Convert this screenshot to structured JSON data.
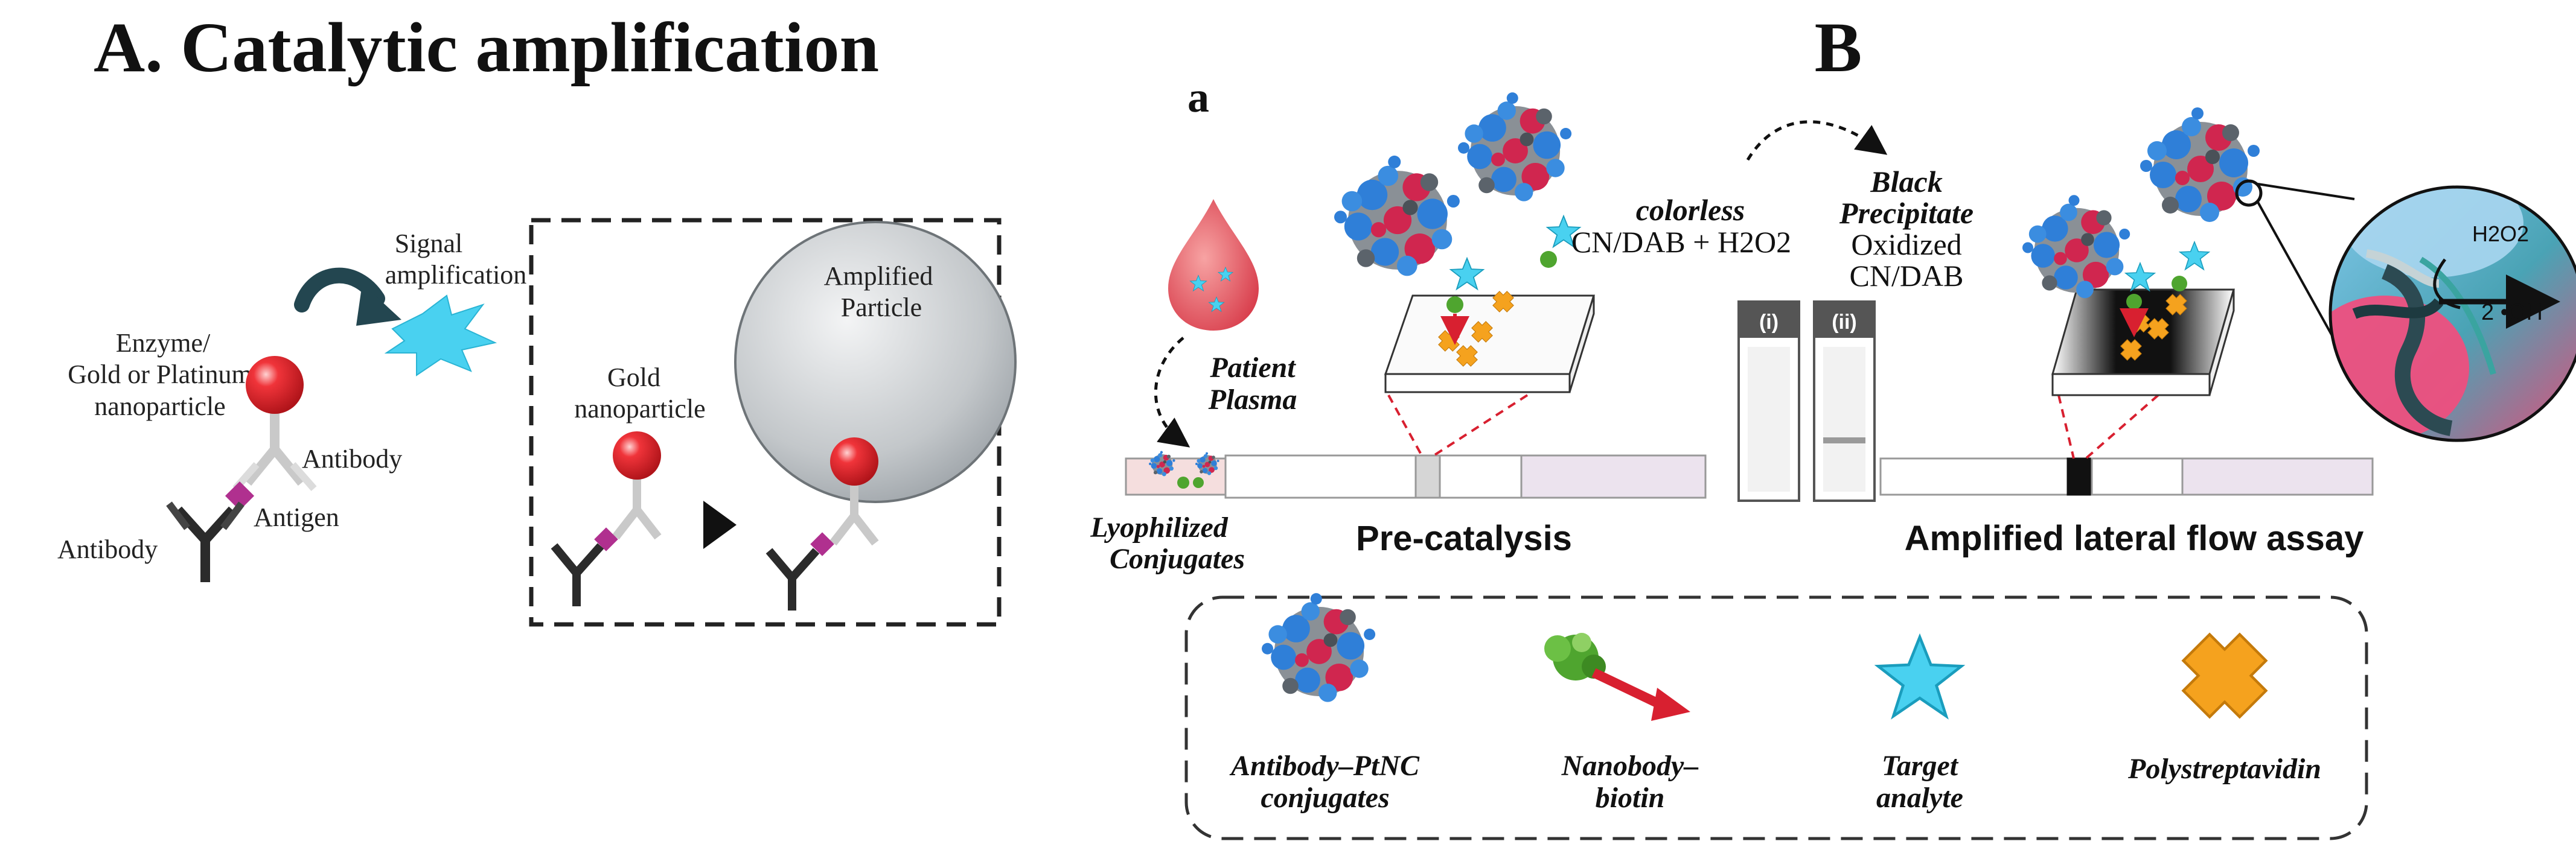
{
  "panel_a": {
    "title": "A.  Catalytic amplification",
    "signal_label_1": "Signal",
    "signal_label_2": "amplification",
    "enzyme_label_1": "Enzyme/",
    "enzyme_label_2": "Gold or Platinum",
    "enzyme_label_3": "nanoparticle",
    "antibody_top": "Antibody",
    "antigen": "Antigen",
    "antibody_bottom": "Antibody",
    "gold_label_1": "Gold",
    "gold_label_2": "nanoparticle",
    "amplified_label_1": "Amplified",
    "amplified_label_2": "Particle"
  },
  "panel_b": {
    "title": "B",
    "sub_label": "a",
    "patient_1": "Patient",
    "patient_2": "Plasma",
    "lyoph_1": "Lyophilized",
    "lyoph_2": "Conjugates",
    "precatalysis": "Pre-catalysis",
    "amplified_lfa": "Amplified lateral flow assay",
    "colorless": "colorless",
    "cn_dab": "CN/DAB + H2O2",
    "black_1": "Black",
    "black_2": "Precipitate",
    "oxidized_1": "Oxidized",
    "oxidized_2": "CN/DAB",
    "strip_i": "(i)",
    "strip_ii": "(ii)",
    "h2o2": "H2O2",
    "oh": "2 •OH"
  },
  "legend": {
    "items": [
      {
        "label_1": "Antibody–PtNC",
        "label_2": "conjugates"
      },
      {
        "label_1": "Nanobody–",
        "label_2": "biotin"
      },
      {
        "label_1": "Target",
        "label_2": "analyte"
      },
      {
        "label_1": "Polystreptavidin",
        "label_2": ""
      }
    ]
  },
  "colors": {
    "red_sphere": "#e8232a",
    "magenta_antigen": "#b0308f",
    "amplified_sphere": "#c9cdd0",
    "cyan_star": "#49d1f0",
    "orange_cross": "#f5a21e",
    "nano_blue": "#2f7fd8",
    "nano_red": "#d0264f",
    "nano_gray": "#9aa0a6",
    "green_nanobody": "#4fa52f",
    "pad_pink": "#f5dede",
    "pad_lilac": "#ece3ee",
    "blood": "#e05562"
  }
}
